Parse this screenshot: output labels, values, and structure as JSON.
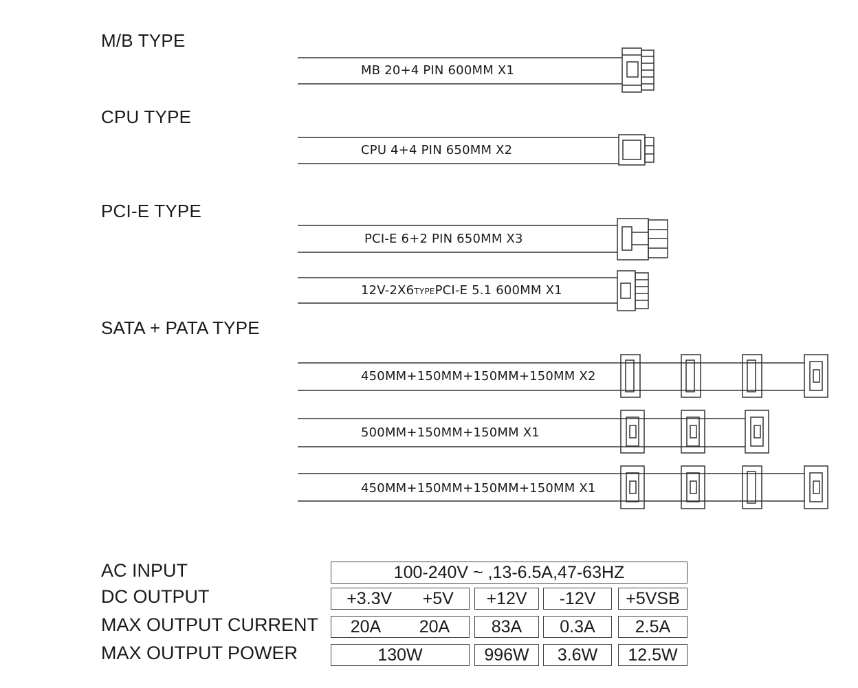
{
  "sections": {
    "mb": "M/B TYPE",
    "cpu": "CPU TYPE",
    "pcie": "PCI-E TYPE",
    "sata": "SATA + PATA TYPE"
  },
  "cables": {
    "mb": "MB 20+4 PIN 600MM  X1",
    "cpu": "CPU 4+4 PIN 650MM  X2",
    "pcie": "PCI-E 6+2 PIN 650MM  X3",
    "pcie5_prefix": "12V-2X6",
    "pcie5_small": "TYPE",
    "pcie5_suffix": "PCI-E 5.1 600MM X1",
    "sata1": "450MM+150MM+150MM+150MM  X2",
    "sata2": "500MM+150MM+150MM  X1",
    "sata3": "450MM+150MM+150MM+150MM  X1"
  },
  "specs": {
    "ac_input_label": "AC INPUT",
    "ac_input_value": "100-240V ~ ,13-6.5A,47-63HZ",
    "dc_output_label": "DC OUTPUT",
    "dc_output": [
      "+3.3V",
      "+5V",
      "+12V",
      "-12V",
      "+5VSB"
    ],
    "max_current_label": "MAX OUTPUT CURRENT",
    "max_current": [
      "20A",
      "20A",
      "83A",
      "0.3A",
      "2.5A"
    ],
    "max_power_label": "MAX OUTPUT POWER",
    "max_power": [
      "130W",
      "996W",
      "3.6W",
      "12.5W"
    ]
  }
}
